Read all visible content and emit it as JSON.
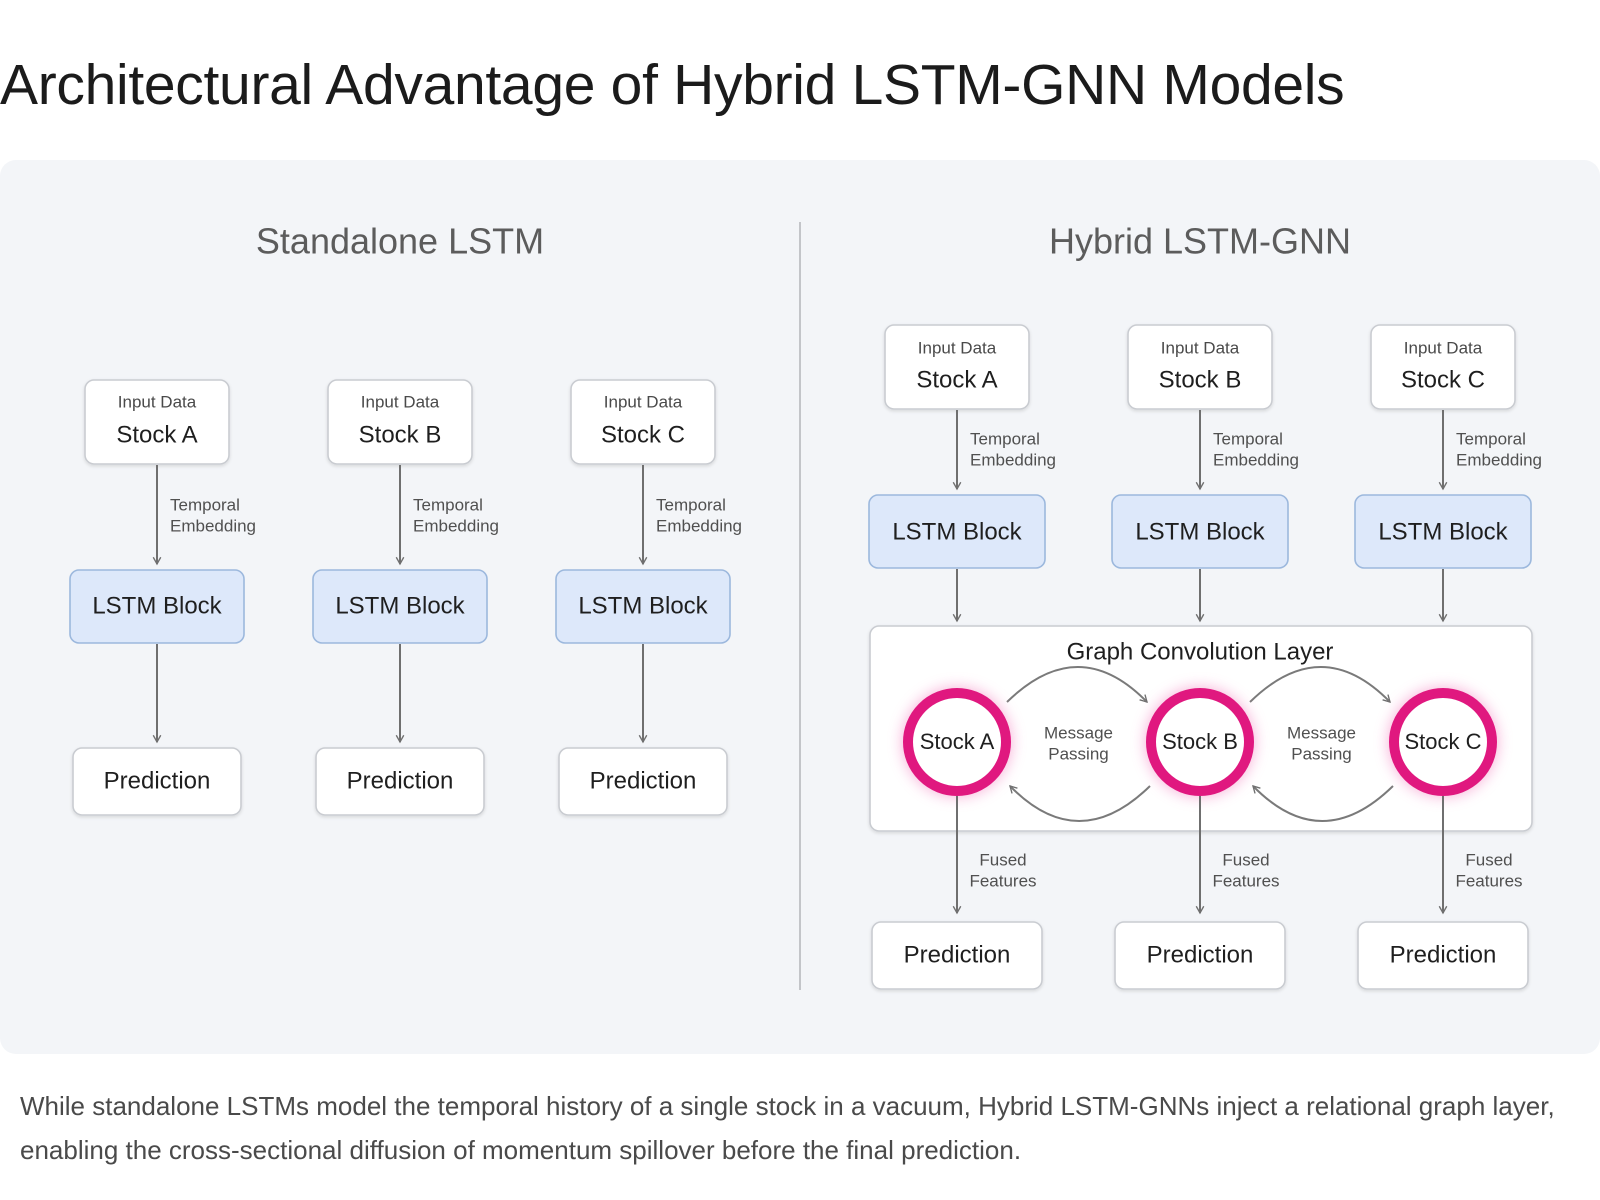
{
  "title": "Architectural Advantage of Hybrid LSTM-GNN Models",
  "caption": "While standalone LSTMs model the temporal history of a single stock in a vacuum, Hybrid LSTM-GNNs inject a relational graph layer, enabling the cross-sectional diffusion of momentum spillover before the final prediction.",
  "standalone": {
    "heading": "Standalone LSTM",
    "columns": [
      {
        "input_caption": "Input Data",
        "stock": "Stock A",
        "edge_label": [
          "Temporal",
          "Embedding"
        ],
        "block": "LSTM Block",
        "output": "Prediction"
      },
      {
        "input_caption": "Input Data",
        "stock": "Stock B",
        "edge_label": [
          "Temporal",
          "Embedding"
        ],
        "block": "LSTM Block",
        "output": "Prediction"
      },
      {
        "input_caption": "Input Data",
        "stock": "Stock C",
        "edge_label": [
          "Temporal",
          "Embedding"
        ],
        "block": "LSTM Block",
        "output": "Prediction"
      }
    ]
  },
  "hybrid": {
    "heading": "Hybrid LSTM-GNN",
    "columns": [
      {
        "input_caption": "Input Data",
        "stock": "Stock A",
        "edge_label": [
          "Temporal",
          "Embedding"
        ],
        "block": "LSTM Block",
        "node": "Stock A",
        "fused_label": [
          "Fused",
          "Features"
        ],
        "output": "Prediction"
      },
      {
        "input_caption": "Input Data",
        "stock": "Stock B",
        "edge_label": [
          "Temporal",
          "Embedding"
        ],
        "block": "LSTM Block",
        "node": "Stock B",
        "fused_label": [
          "Fused",
          "Features"
        ],
        "output": "Prediction"
      },
      {
        "input_caption": "Input Data",
        "stock": "Stock C",
        "edge_label": [
          "Temporal",
          "Embedding"
        ],
        "block": "LSTM Block",
        "node": "Stock C",
        "fused_label": [
          "Fused",
          "Features"
        ],
        "output": "Prediction"
      }
    ],
    "graph_layer": {
      "title": "Graph Convolution Layer",
      "message_labels": [
        [
          "Message",
          "Passing"
        ],
        [
          "Message",
          "Passing"
        ]
      ]
    }
  },
  "colors": {
    "panel_bg": "#f3f5f8",
    "box_fill": "#ffffff",
    "box_stroke": "#c9ccd1",
    "lstm_fill": "#dde8fa",
    "lstm_stroke": "#9cb8dd",
    "node_ring": "#e0187f",
    "node_glow": "#f7a8d3",
    "arrow": "#6f6f6f",
    "divider": "#c3c5c9"
  }
}
